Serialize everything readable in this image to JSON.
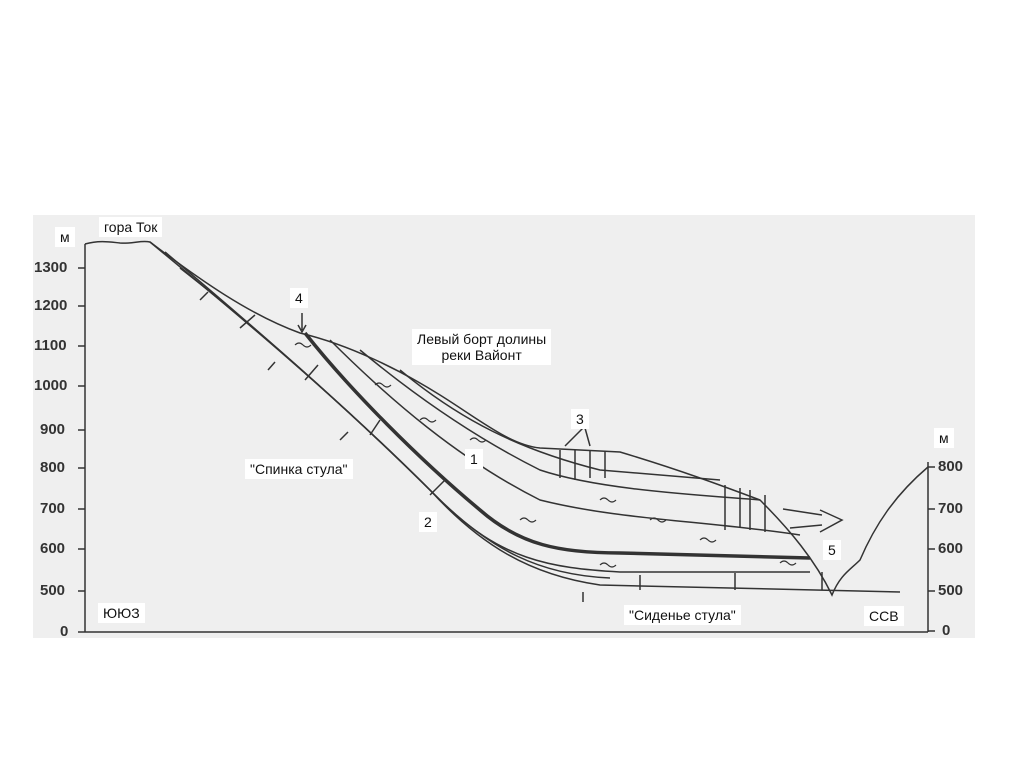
{
  "labels": {
    "unit_left": "м",
    "unit_right": "м",
    "mountain": "гора Ток",
    "num_4": "4",
    "valley_side_line1": "Левый борт долины",
    "valley_side_line2": "реки Вайонт",
    "num_3": "3",
    "num_1": "1",
    "chair_back": "\"Спинка стула\"",
    "num_2": "2",
    "num_5": "5",
    "direction_left": "ЮЮЗ",
    "chair_seat": "\"Сиденье стула\"",
    "direction_right": "ССВ"
  },
  "axis_left": [
    "1300",
    "1200",
    "1100",
    "1000",
    "900",
    "800",
    "700",
    "600",
    "500",
    "0"
  ],
  "axis_right": [
    "800",
    "700",
    "600",
    "500",
    "0"
  ]
}
